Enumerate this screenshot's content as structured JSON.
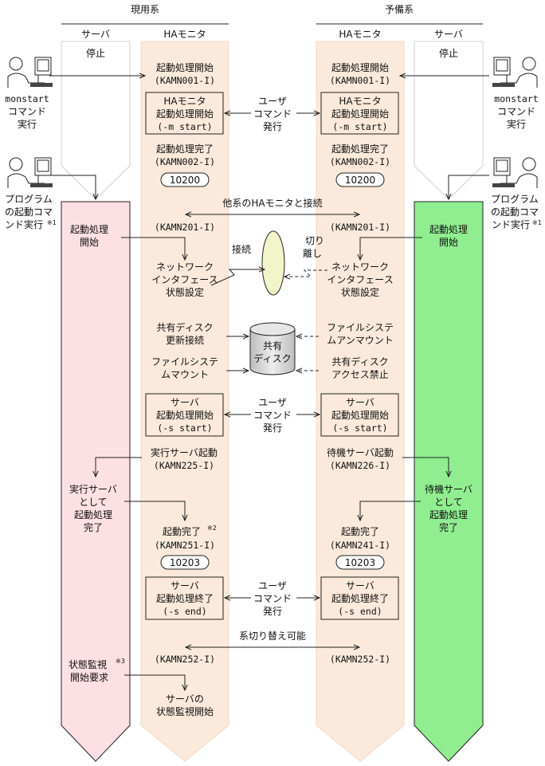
{
  "headers": {
    "active": "現用系",
    "standby": "予備系"
  },
  "columns": {
    "server": "サーバ",
    "ha": "HAモニタ"
  },
  "server_stopped": "停止",
  "operator": {
    "monstart": [
      "monstart",
      "コマンド",
      "実行"
    ],
    "program_left": [
      "プログラム",
      "の起動コマ",
      "ンド実行"
    ],
    "program_right": [
      "プログラム",
      "の起動コマ",
      "ンド実行"
    ],
    "note_mark": "※1"
  },
  "ha_active": {
    "start": [
      "起動処理開始",
      "(KAMN001-I)"
    ],
    "box_ha": [
      "HAモニタ",
      "起動処理開始",
      "(-m start)"
    ],
    "done": [
      "起動処理完了",
      "(KAMN002-I)"
    ],
    "code1": "10200",
    "connect_msg": "(KAMN201-I)",
    "net": [
      "ネットワーク",
      "インタフェース",
      "状態設定"
    ],
    "disk_update": [
      "共有ディスク",
      "更新接続"
    ],
    "fs_mount": [
      "ファイルシステ",
      "ムマウント"
    ],
    "box_server": [
      "サーバ",
      "起動処理開始",
      "(-s start)"
    ],
    "run_server": [
      "実行サーバ起動",
      "(KAMN225-I)"
    ],
    "complete": [
      "起動完了",
      "(KAMN251-I)"
    ],
    "complete_mark": "※2",
    "code2": "10203",
    "box_end": [
      "サーバ",
      "起動処理終了",
      "(-s end)"
    ],
    "switch_msg": "(KAMN252-I)",
    "monitor_start": [
      "サーバの",
      "状態監視開始"
    ]
  },
  "ha_standby": {
    "start": [
      "起動処理開始",
      "(KAMN001-I)"
    ],
    "box_ha": [
      "HAモニタ",
      "起動処理開始",
      "(-m start)"
    ],
    "done": [
      "起動処理完了",
      "(KAMN002-I)"
    ],
    "code1": "10200",
    "connect_msg": "(KAMN201-I)",
    "net": [
      "ネットワーク",
      "インタフェース",
      "状態設定"
    ],
    "fs_unmount": [
      "ファイルシステ",
      "ムアンマウント"
    ],
    "disk_forbid": [
      "共有ディスク",
      "アクセス禁止"
    ],
    "box_server": [
      "サーバ",
      "起動処理開始",
      "(-s start)"
    ],
    "standby_server": [
      "待機サーバ起動",
      "(KAMN226-I)"
    ],
    "complete": [
      "起動完了",
      "(KAMN241-I)"
    ],
    "code2": "10203",
    "box_end": [
      "サーバ",
      "起動処理終了",
      "(-s end)"
    ],
    "switch_msg": "(KAMN252-I)"
  },
  "server_active": {
    "start": [
      "起動処理",
      "開始"
    ],
    "as_run": [
      "実行サーバ",
      "として",
      "起動処理",
      "完了"
    ],
    "monitor_req": [
      "状態監視",
      "開始要求"
    ],
    "monitor_mark": "※3"
  },
  "server_standby": {
    "start": [
      "起動処理",
      "開始"
    ],
    "as_standby": [
      "待機サーバ",
      "として",
      "起動処理",
      "完了"
    ]
  },
  "middle": {
    "user_cmd": [
      "ユーザ",
      "コマンド",
      "発行"
    ],
    "connect_other": "他系のHAモニタと接続",
    "connect": "接続",
    "disconnect": [
      "切り",
      "離し"
    ],
    "shared_disk": [
      "共有",
      "ディスク"
    ],
    "switch_possible": "系切り替え可能"
  },
  "colors": {
    "ha_band": "#fbeadb",
    "server_active_band": "#fde0e3",
    "server_standby_band": "#90ee90",
    "lens": "#f2f5c9",
    "disk": "#d8d8d8"
  }
}
